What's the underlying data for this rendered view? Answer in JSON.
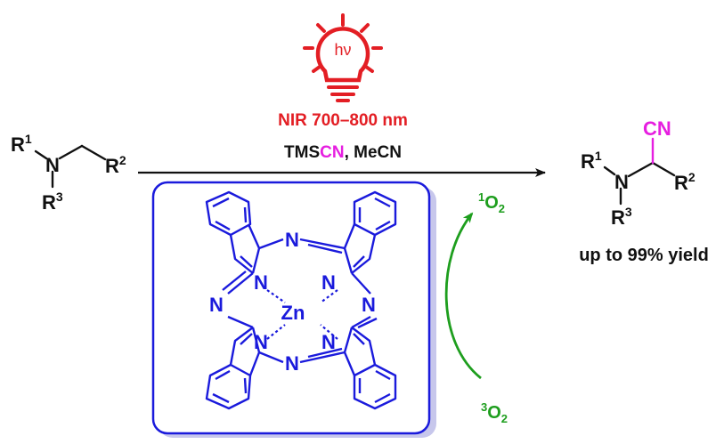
{
  "light": {
    "symbol": "hν",
    "color": "#e31e24",
    "icon": "lightbulb-icon"
  },
  "conditions": {
    "light_source": "NIR 700–800 nm",
    "reagent_prefix": "TMS",
    "reagent_cn": "CN",
    "reagent_suffix": ", MeCN"
  },
  "reactant": {
    "atom_n": "N",
    "r1": "R",
    "r1_sup": "1",
    "r2": "R",
    "r2_sup": "2",
    "r3": "R",
    "r3_sup": "3"
  },
  "product": {
    "cn": "CN",
    "atom_n": "N",
    "r1": "R",
    "r1_sup": "1",
    "r2": "R",
    "r2_sup": "2",
    "r3": "R",
    "r3_sup": "3",
    "yield_text": "up to 99% yield"
  },
  "catalyst": {
    "metal": "Zn",
    "n_atom": "N",
    "color": "#1a1adc"
  },
  "oxygen": {
    "singlet_sup": "1",
    "singlet_base": "O",
    "singlet_sub": "2",
    "triplet_sup": "3",
    "triplet_base": "O",
    "triplet_sub": "2",
    "color": "#1e9e1e"
  }
}
